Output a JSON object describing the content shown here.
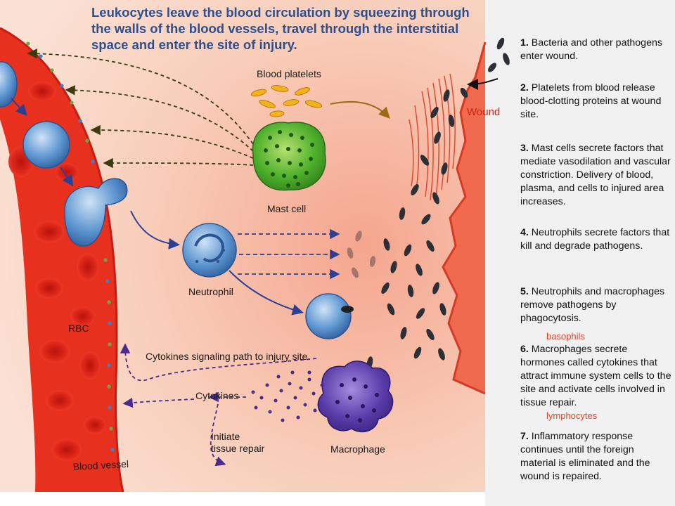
{
  "caption": "Leukocytes leave the blood circulation by squeezing through the walls of the blood vessels, travel through the interstitial space and enter the site of injury.",
  "labels": {
    "blood_platelets": "Blood platelets",
    "wound": "Wound",
    "mast_cell": "Mast cell",
    "neutrophil": "Neutrophil",
    "rbc": "RBC",
    "cytokines_path": "Cytokines signaling path to injury site",
    "cytokines": "Cytokines",
    "initiate_line1": "Initiate",
    "initiate_line2": "tissue repair",
    "macrophage": "Macrophage",
    "blood_vessel": "Blood vessel"
  },
  "steps": [
    {
      "num": "1.",
      "text": "Bacteria and other pathogens enter wound."
    },
    {
      "num": "2.",
      "text": "Platelets from blood release blood-clotting proteins at wound site."
    },
    {
      "num": "3.",
      "text": "Mast cells secrete factors that mediate vasodilation and vascular constriction. Delivery of blood, plasma, and cells to injured area increases."
    },
    {
      "num": "4.",
      "text": "Neutrophils secrete factors that kill and degrade pathogens."
    },
    {
      "num": "5.",
      "text": "Neutrophils and macrophages remove pathogens by phagocytosis."
    },
    {
      "num": "6.",
      "text": "Macrophages secrete hormones called cytokines that attract immune system cells to the site and activate cells involved in tissue repair."
    },
    {
      "num": "7.",
      "text": "Inflammatory response continues until the foreign material is eliminated and the wound is repaired."
    }
  ],
  "annotations": {
    "basophils": "basophils",
    "lymphocytes": "lymphocytes"
  },
  "colors": {
    "vessel": "#e8301f",
    "tissue": "#f6c3ad",
    "panel": "#f1f1f1",
    "caption": "#2f4f8c",
    "annotation": "#e0452b",
    "mast_cell": "#4caf2a",
    "neutrophil": "#3f7fc4",
    "macrophage": "#5a3ca8"
  }
}
